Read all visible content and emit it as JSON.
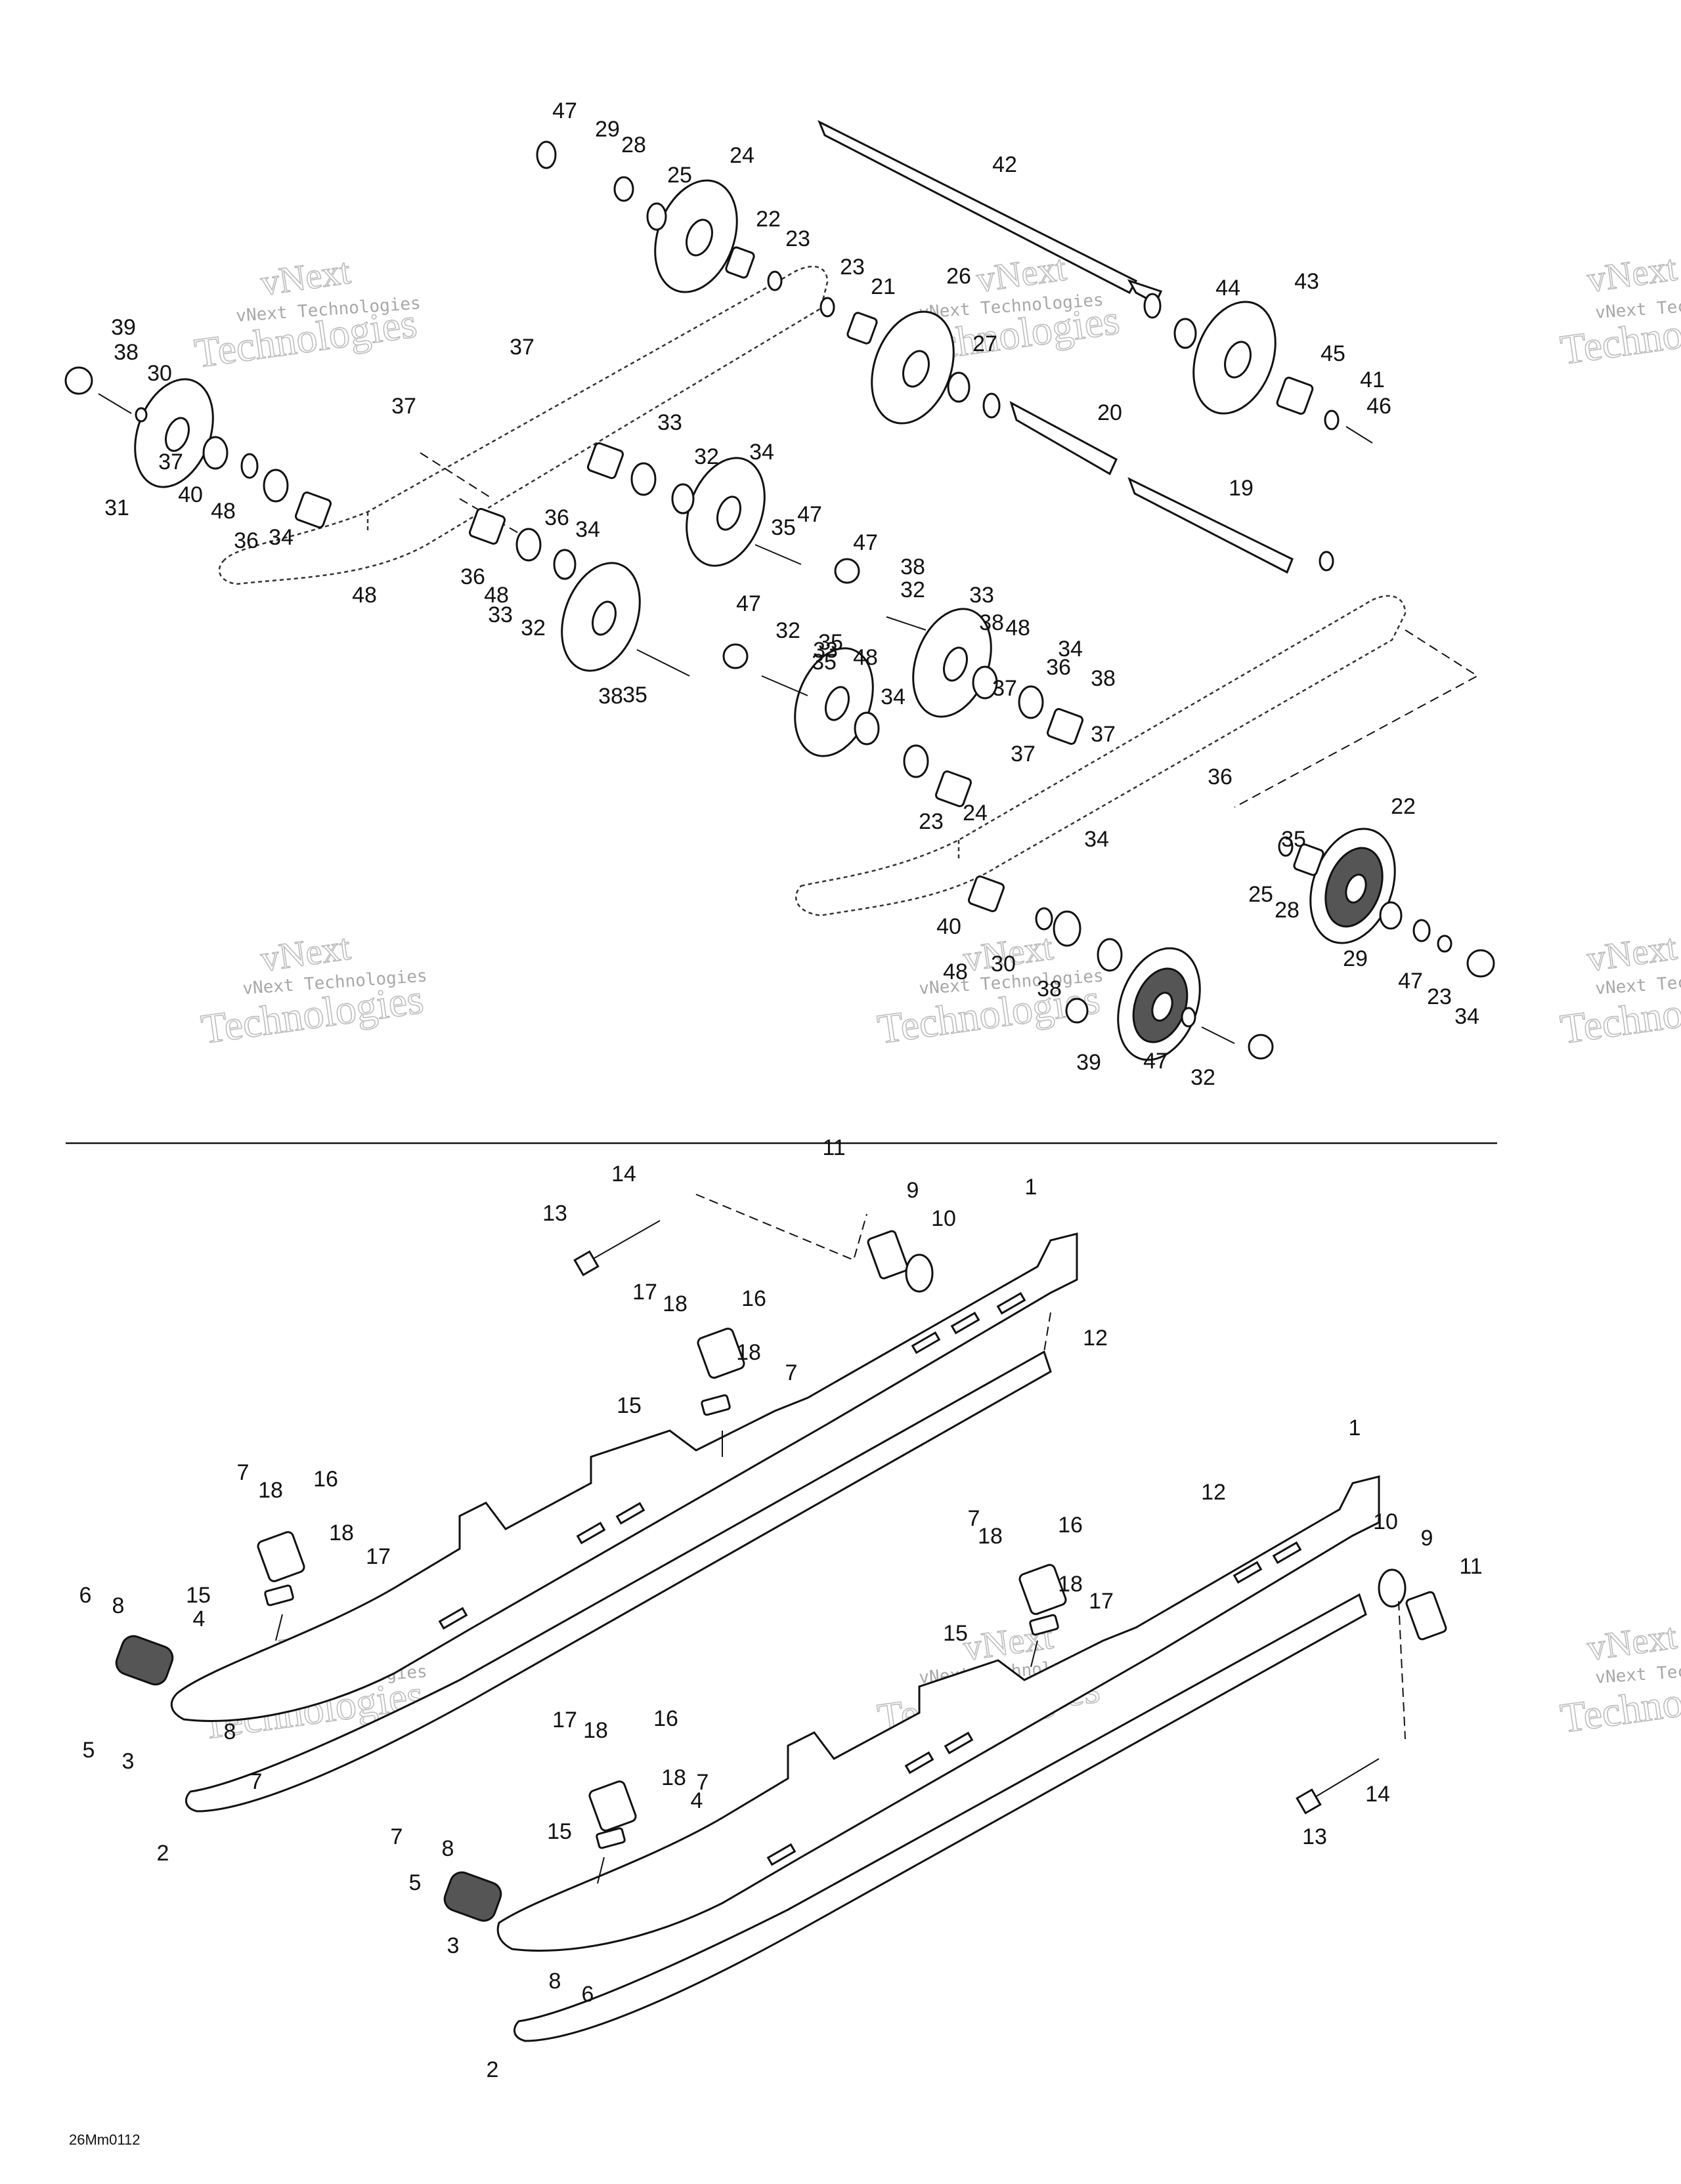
{
  "figure_code": "26Mm0112",
  "watermark": {
    "line1": "vNext",
    "line2": "Technologies",
    "small": "vNext Technologies"
  },
  "callouts": {
    "top": [
      "47",
      "29",
      "28",
      "25",
      "24",
      "22",
      "23",
      "42",
      "23",
      "21",
      "26",
      "27",
      "44",
      "43",
      "45",
      "41",
      "46",
      "20",
      "19",
      "47",
      "39",
      "38",
      "30",
      "31",
      "40",
      "48",
      "36",
      "34",
      "37",
      "37",
      "37",
      "48",
      "33",
      "32",
      "34",
      "36",
      "34",
      "36",
      "48",
      "33",
      "32",
      "38",
      "35",
      "47",
      "35",
      "38",
      "32",
      "33",
      "48",
      "34",
      "38",
      "35",
      "47",
      "35",
      "38",
      "32",
      "33",
      "48",
      "34",
      "36",
      "37",
      "37",
      "37",
      "36",
      "34",
      "24",
      "23",
      "22",
      "25",
      "28",
      "29",
      "47",
      "23",
      "34",
      "35",
      "40",
      "48",
      "30",
      "38",
      "39",
      "47",
      "32"
    ],
    "bottom": [
      "11",
      "14",
      "9",
      "13",
      "1",
      "10",
      "12",
      "17",
      "18",
      "16",
      "18",
      "7",
      "15",
      "7",
      "18",
      "16",
      "18",
      "17",
      "6",
      "8",
      "15",
      "4",
      "5",
      "3",
      "8",
      "7",
      "2",
      "12",
      "1",
      "7",
      "18",
      "16",
      "10",
      "9",
      "11",
      "18",
      "17",
      "15",
      "17",
      "18",
      "16",
      "18",
      "7",
      "15",
      "4",
      "7",
      "8",
      "5",
      "3",
      "8",
      "6",
      "13",
      "14",
      "2"
    ]
  }
}
